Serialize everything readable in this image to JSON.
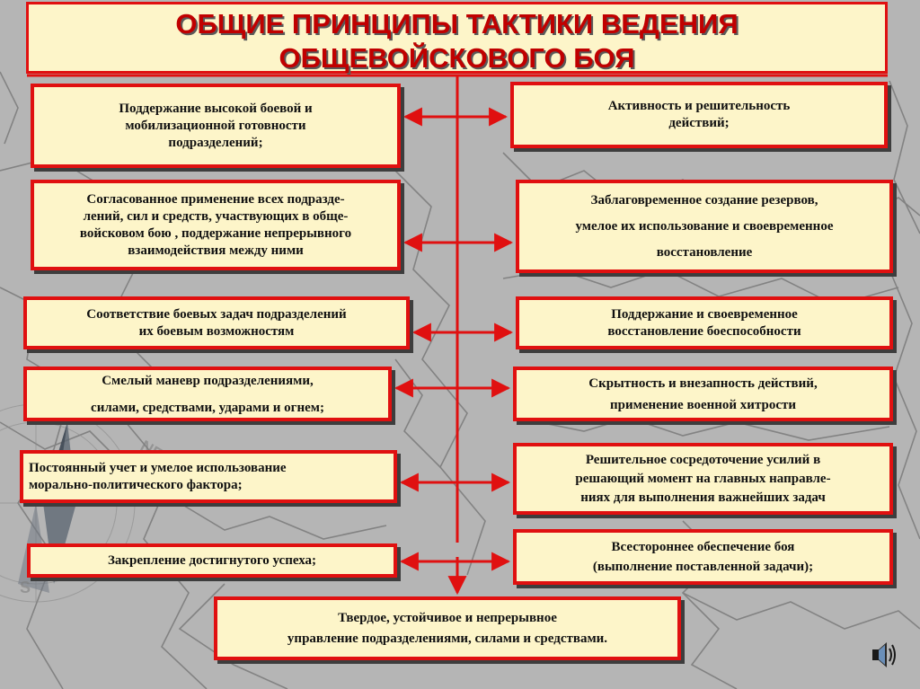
{
  "title": {
    "line1": "ОБЩИЕ ПРИНЦИПЫ  ТАКТИКИ  ВЕДЕНИЯ",
    "line2": "ОБЩЕВОЙСКОВОГО БОЯ"
  },
  "colors": {
    "accent": "#e01010",
    "box_fill": "#fdf5c9",
    "title_text": "#c00000",
    "background": "#b3b3b3"
  },
  "left": [
    {
      "lines": [
        "Поддержание высокой боевой и",
        "мобилизационной готовности",
        "подразделений;"
      ]
    },
    {
      "lines": [
        "Согласованное применение всех подразде-",
        "лений, сил и средств, участвующих в обще-",
        "войсковом бою , поддержание непрерывного",
        "взаимодействия  между ними"
      ]
    },
    {
      "lines": [
        "Соответствие боевых задач подразделений",
        "их боевым возможностям"
      ]
    },
    {
      "lines": [
        "Смелый маневр подразделениями,",
        "силами,  средствами, ударами и огнем;"
      ]
    },
    {
      "lines": [
        "Постоянный учет и умелое использование",
        "морально-политического фактора;"
      ]
    },
    {
      "lines": [
        "Закрепление достигнутого успеха;"
      ]
    }
  ],
  "right": [
    {
      "lines": [
        "Активность и  решительность",
        "действий;"
      ]
    },
    {
      "lines": [
        "Заблаговременное создание резервов,",
        "умелое их использование и своевременное",
        "восстановление"
      ]
    },
    {
      "lines": [
        "Поддержание и своевременное",
        "восстановление  боеспособности"
      ]
    },
    {
      "lines": [
        "Скрытность и внезапность действий,",
        "применение военной хитрости"
      ]
    },
    {
      "lines": [
        "Решительное сосредоточение усилий в",
        "решающий  момент на главных   направле-",
        "ниях  для  выполнения важнейших задач"
      ]
    },
    {
      "lines": [
        "Всестороннее обеспечение боя",
        "(выполнение поставленной задачи);"
      ]
    }
  ],
  "bottom": {
    "lines": [
      "Твердое, устойчивое и непрерывное",
      "управление подразделениями, силами и средствами."
    ]
  },
  "icons": {
    "speaker": "speaker-icon",
    "background_map": "compass-map-icon"
  }
}
